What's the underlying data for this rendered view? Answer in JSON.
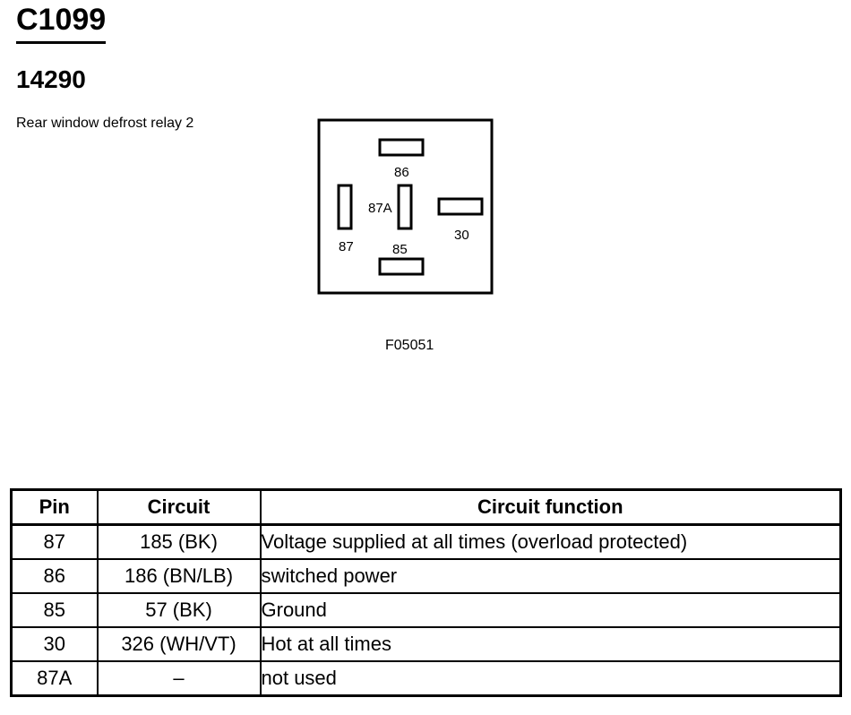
{
  "header": {
    "connector_id": "C1099",
    "part_number": "14290",
    "description": "Rear window defrost relay 2"
  },
  "diagram": {
    "pin_labels": {
      "p86": "86",
      "p87A": "87A",
      "p87": "87",
      "p85": "85",
      "p30": "30"
    },
    "figure_id": "F05051"
  },
  "table": {
    "headers": {
      "pin": "Pin",
      "circuit": "Circuit",
      "function": "Circuit function"
    },
    "rows": [
      {
        "pin": "87",
        "circuit": "185 (BK)",
        "function": "Voltage supplied at all times (overload protected)"
      },
      {
        "pin": "86",
        "circuit": "186 (BN/LB)",
        "function": "switched power"
      },
      {
        "pin": "85",
        "circuit": "57 (BK)",
        "function": "Ground"
      },
      {
        "pin": "30",
        "circuit": "326 (WH/VT)",
        "function": "Hot at all times"
      },
      {
        "pin": "87A",
        "circuit": "–",
        "function": "not used"
      }
    ]
  }
}
